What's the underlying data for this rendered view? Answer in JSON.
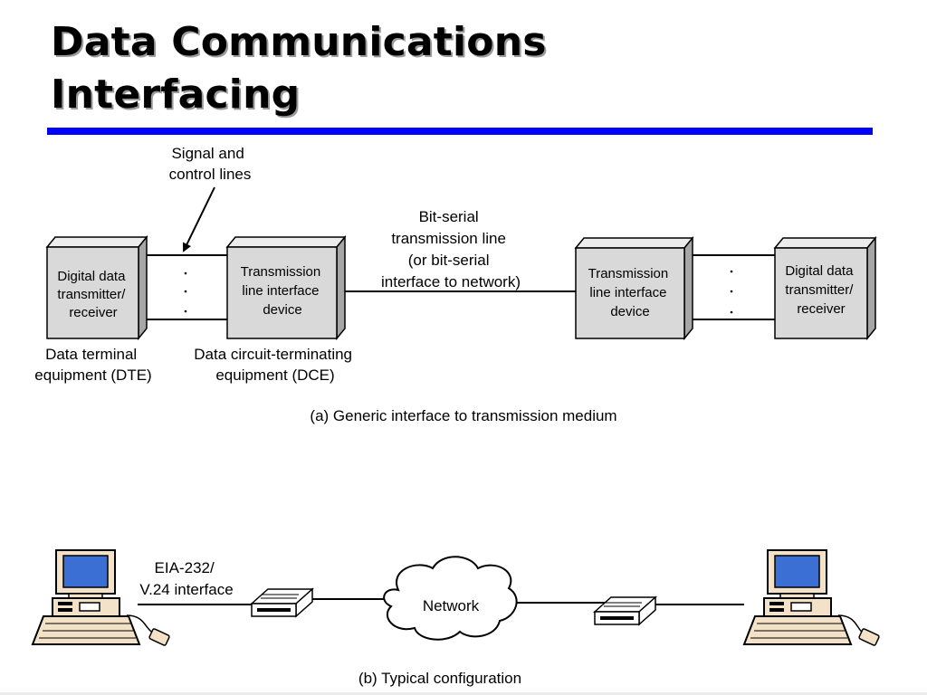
{
  "title": {
    "line1": "Data Communications",
    "line2": "Interfacing"
  },
  "colors": {
    "title_rule": "#0000ff",
    "box_face": "#d9d9d9",
    "box_top": "#ececec",
    "box_side": "#a6a6a6",
    "screen": "#3b6fd3",
    "computer_body": "#f3e2c8"
  },
  "part_a": {
    "signal_label": [
      "Signal and",
      "control lines"
    ],
    "dte_box": [
      "Digital data",
      "transmitter/",
      "receiver"
    ],
    "dte_caption": [
      "Data terminal",
      "equipment (DTE)"
    ],
    "dce_box": [
      "Transmission",
      "line interface",
      "device"
    ],
    "dce_caption": [
      "Data circuit-terminating",
      "equipment (DCE)"
    ],
    "link_label": [
      "Bit-serial",
      "transmission line",
      "(or bit-serial",
      "interface to network)"
    ],
    "right_dce_box": [
      "Transmission",
      "line interface",
      "device"
    ],
    "right_dte_box": [
      "Digital data",
      "transmitter/",
      "receiver"
    ],
    "caption": "(a) Generic interface to transmission medium"
  },
  "part_b": {
    "interface_label": [
      "EIA-232/",
      "V.24 interface"
    ],
    "network_label": "Network",
    "caption": "(b) Typical configuration",
    "icons": [
      "computer-icon",
      "modem-icon",
      "cloud-icon",
      "mouse-icon"
    ]
  }
}
